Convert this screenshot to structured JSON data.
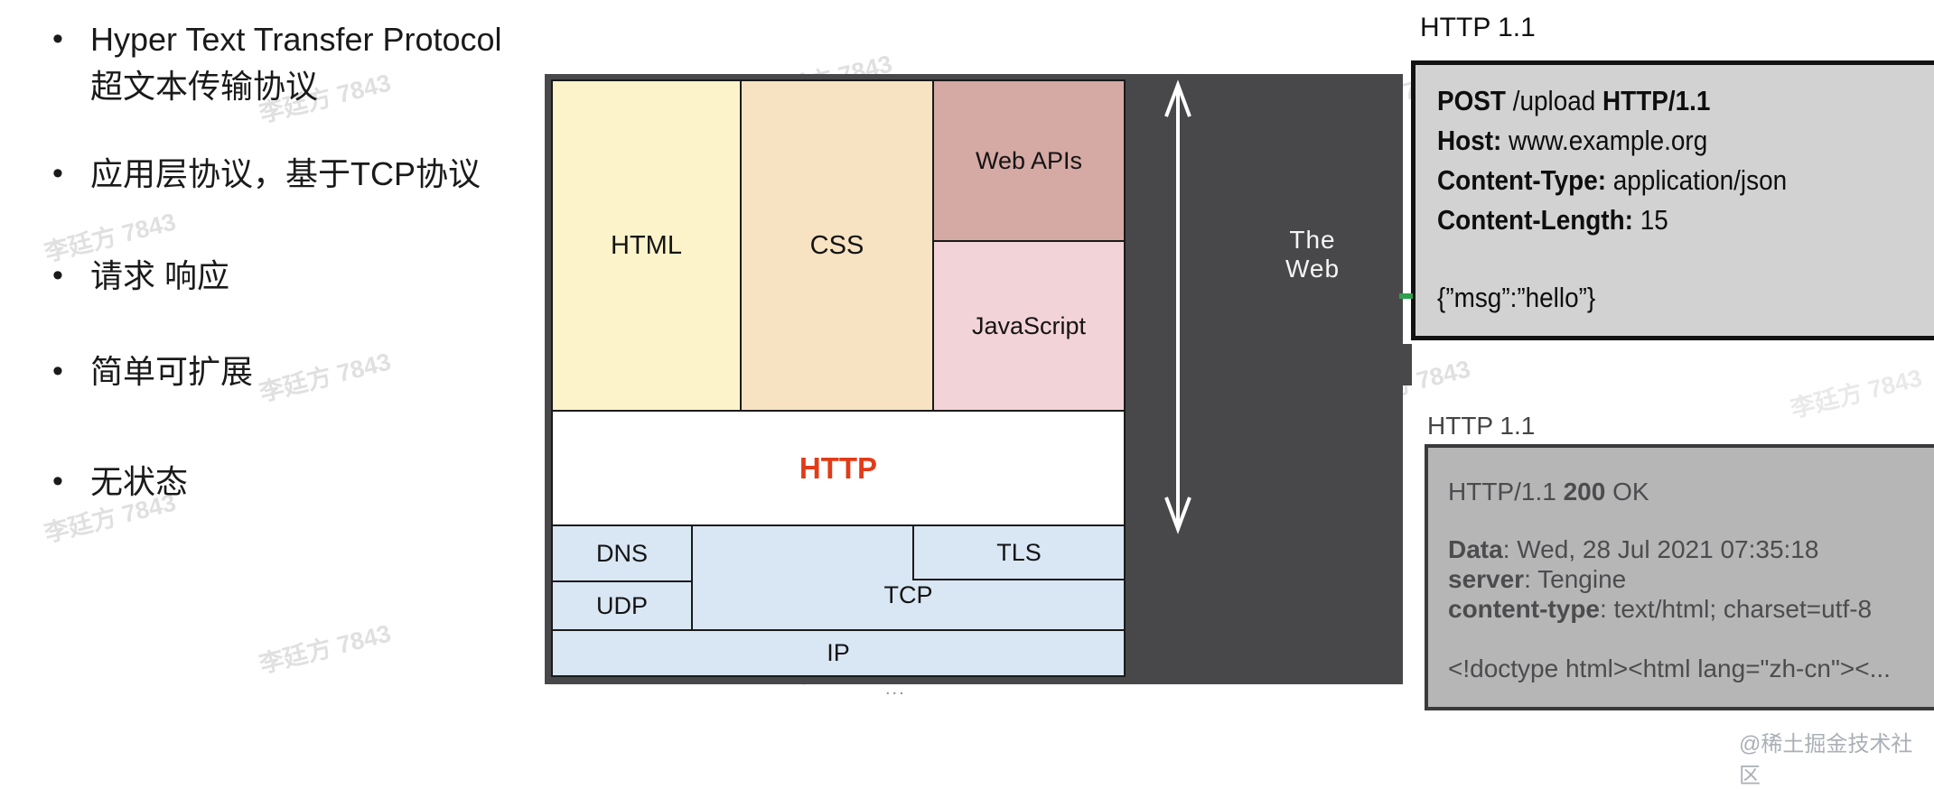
{
  "bullets": [
    {
      "line1": "Hyper Text Transfer Protocol",
      "line2": "超文本传输协议"
    },
    {
      "line1": "应用层协议，基于TCP协议"
    },
    {
      "line1": "请求 响应"
    },
    {
      "line1": "简单可扩展"
    },
    {
      "line1": "无状态"
    }
  ],
  "diagram": {
    "cells": {
      "html": "HTML",
      "css": "CSS",
      "webapis": "Web APIs",
      "js": "JavaScript",
      "http": "HTTP",
      "dns": "DNS",
      "udp": "UDP",
      "tcp": "TCP",
      "tls": "TLS",
      "ip": "IP"
    },
    "the_web": "The Web",
    "dots": "..."
  },
  "request": {
    "title": "HTTP 1.1",
    "l1a": "POST",
    "l1b": " /upload ",
    "l1c": "HTTP/1.1",
    "l2a": "Host:",
    "l2b": " www.example.org",
    "l3a": "Content-Type:",
    "l3b": " application/json",
    "l4a": "Content-Length:",
    "l4b": " 15",
    "body": "{”msg”:”hello”}"
  },
  "response": {
    "title": "HTTP 1.1",
    "l1a": "HTTP/1.1 ",
    "l1b": "200",
    "l1c": " OK",
    "l2a": "Data",
    "l2b": ": Wed, 28 Jul 2021 07:35:18",
    "l3a": "server",
    "l3b": ": Tengine",
    "l4a": "content-type",
    "l4b": ": text/html; charset=utf-8",
    "body": "<!doctype html><html lang=\"zh-cn\"><..."
  },
  "watermark": {
    "text": "李廷方 7843"
  },
  "footer": {
    "text": "@稀土掘金技术社区"
  },
  "colors": {
    "container_gray": "#48484a",
    "html_yellow": "#fdf3cb",
    "css_tan": "#f7e3c2",
    "webapis_rose": "#d5a9a4",
    "js_pink": "#f2d3d7",
    "protocol_blue": "#d9e6f4",
    "http_red": "#e23b18",
    "request_bg": "#d2d2d2",
    "response_bg": "#b6b6b7",
    "green_dash": "#2f9e4f"
  }
}
